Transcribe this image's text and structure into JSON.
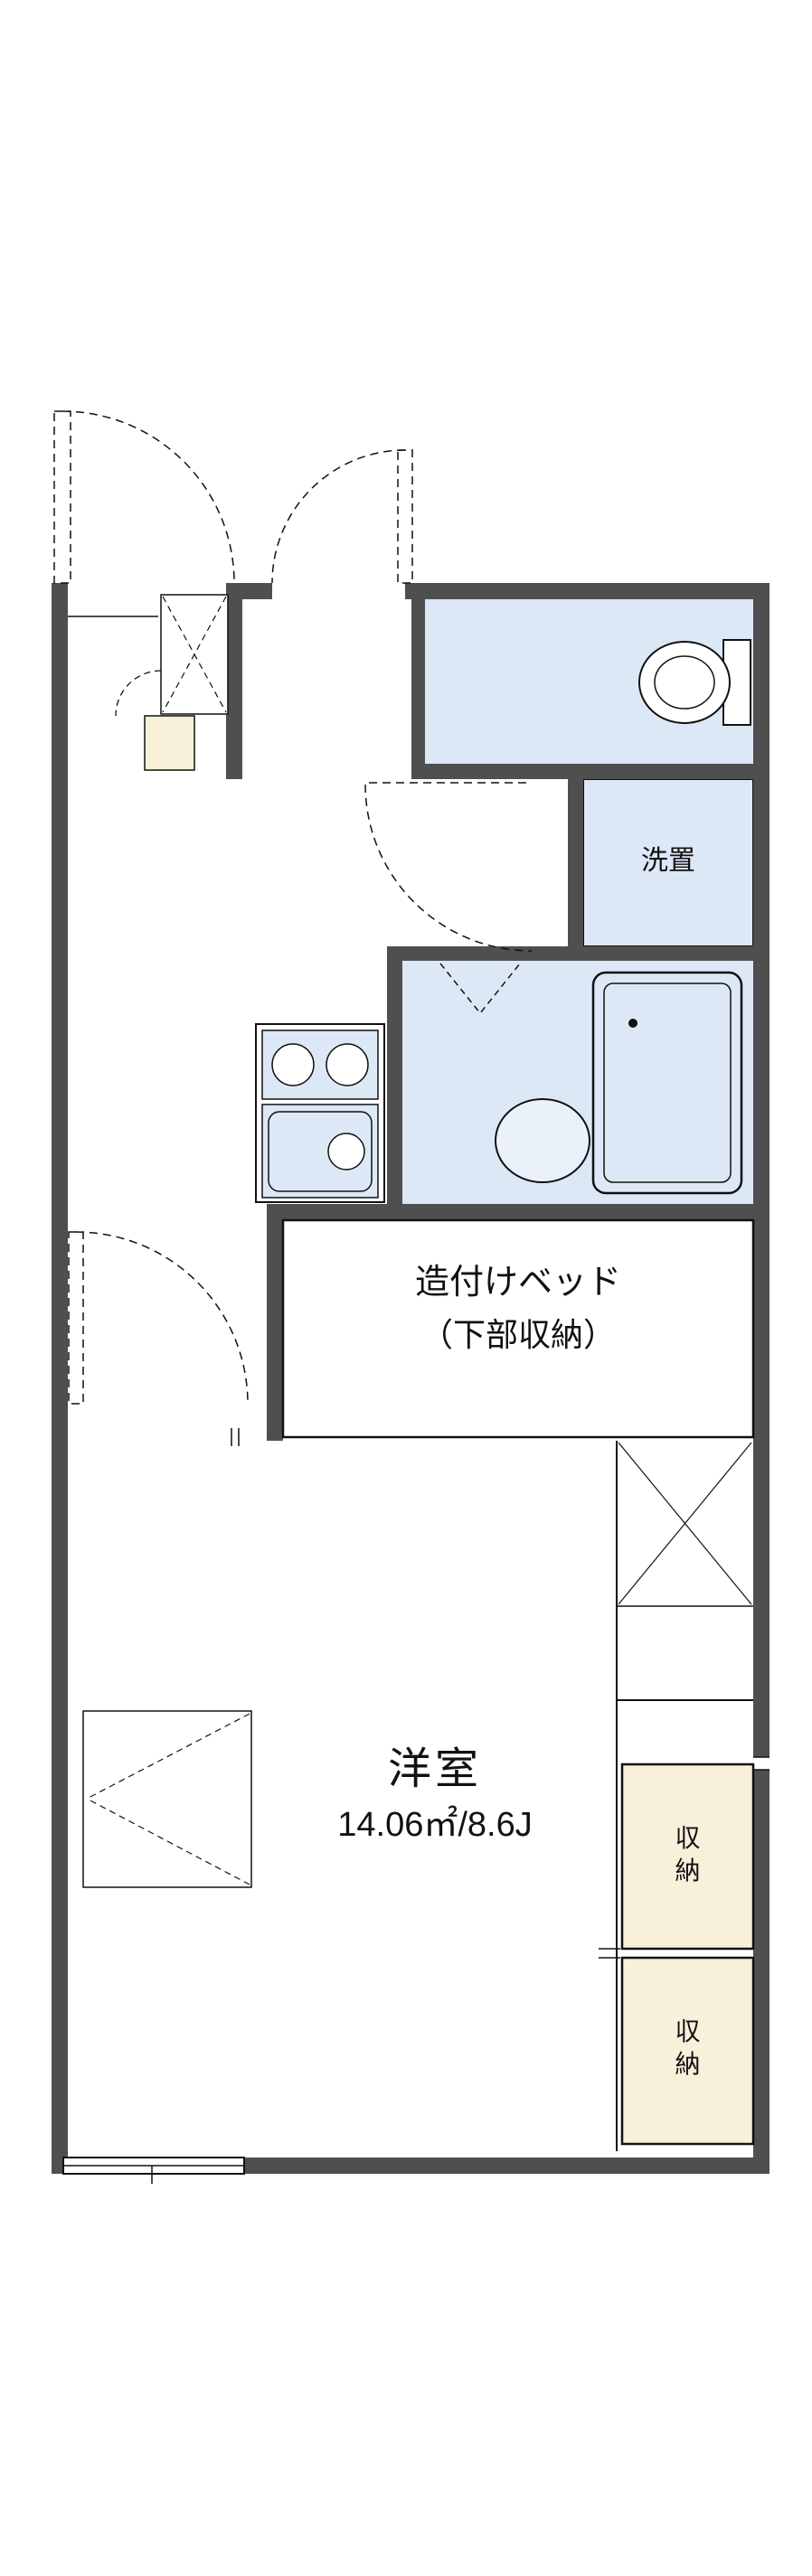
{
  "plan": {
    "labels": {
      "laundry": "洗置",
      "bed_line1": "造付けベッド",
      "bed_line2": "（下部収納）",
      "main_room_name": "洋室",
      "main_room_area": "14.06㎡/8.6J",
      "storage_top": "収\n納",
      "storage_bottom": "収\n納"
    },
    "colors": {
      "wall": "#4f4f4f",
      "room_blue": "#dce8f6",
      "fixture_blue": "#eaf1fa",
      "cream": "#f9f0da",
      "line": "#111111",
      "background": "#ffffff"
    }
  }
}
